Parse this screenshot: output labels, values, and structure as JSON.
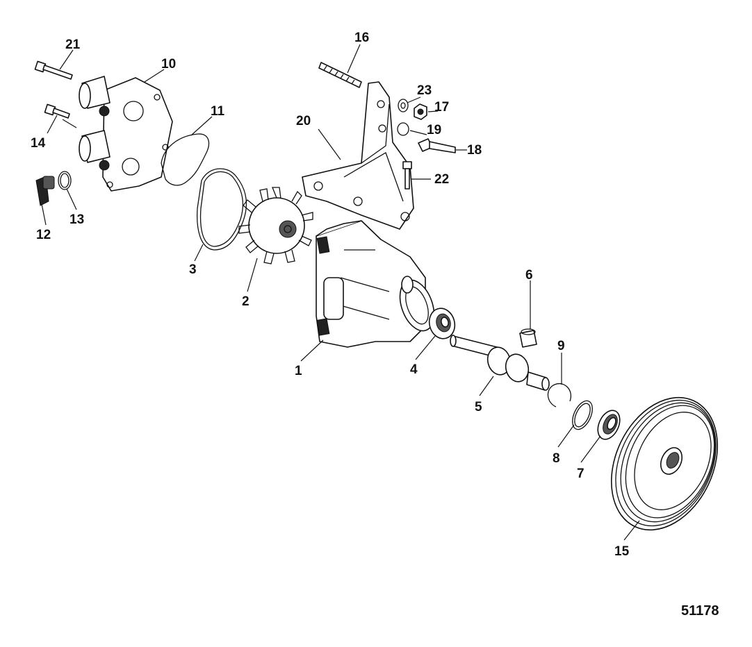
{
  "callouts": {
    "c1": "1",
    "c2": "2",
    "c3": "3",
    "c4": "4",
    "c5": "5",
    "c6": "6",
    "c7": "7",
    "c8": "8",
    "c9": "9",
    "c10": "10",
    "c11": "11",
    "c12": "12",
    "c13": "13",
    "c14": "14",
    "c15": "15",
    "c16": "16",
    "c17": "17",
    "c18": "18",
    "c19": "19",
    "c20": "20",
    "c21": "21",
    "c22": "22",
    "c23": "23"
  },
  "figure_id": "51178"
}
